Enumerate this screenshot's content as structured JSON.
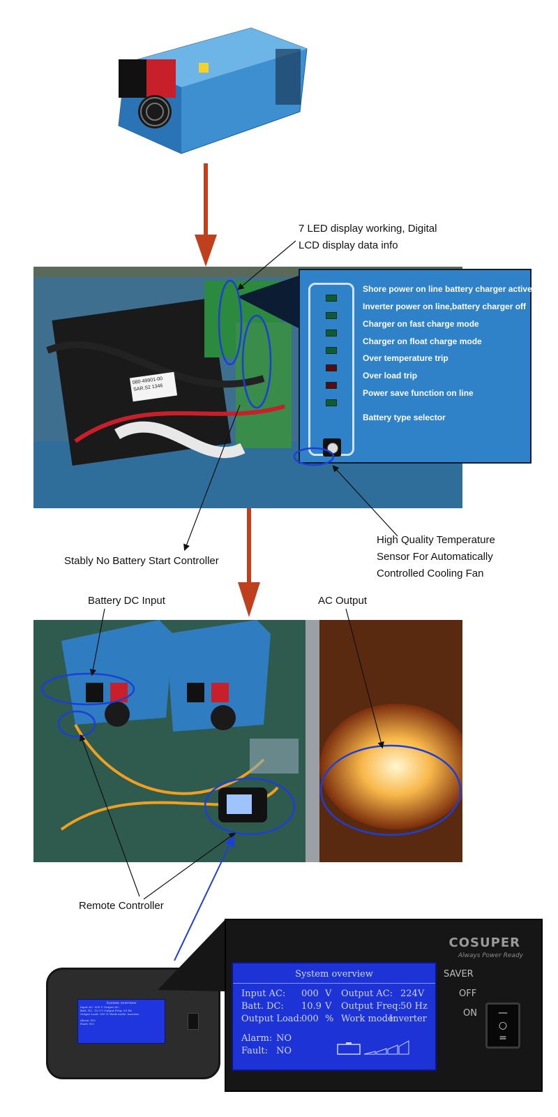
{
  "annotations": {
    "led_display": [
      "7 LED display working, Digital",
      "LCD display data info"
    ],
    "no_battery_start": "Stably No Battery Start Controller",
    "temperature_sensor": [
      "High Quality Temperature",
      "Sensor For  Automatically",
      "Controlled Cooling Fan"
    ],
    "battery_dc_input": "Battery DC Input",
    "ac_output": "AC Output",
    "remote_controller": "Remote Controller"
  },
  "led_panel": {
    "items": [
      {
        "label": "Shore power on line battery charger active",
        "color": "green"
      },
      {
        "label": "Inverter power on line,battery charger off",
        "color": "green"
      },
      {
        "label": "Charger on fast charge mode",
        "color": "green"
      },
      {
        "label": "Charger on float charge mode",
        "color": "green"
      },
      {
        "label": "Over temperature trip",
        "color": "red"
      },
      {
        "label": "Over load trip",
        "color": "red"
      },
      {
        "label": "Power save function on line",
        "color": "green"
      }
    ],
    "selector_label": "Battery type selector"
  },
  "sticker": {
    "line1": "080-49901-00",
    "line2": "SAR.S2 1346"
  },
  "remote_display": {
    "brand": "COSUPER",
    "tagline": "Always Power Ready",
    "switch_labels": {
      "saver": "SAVER",
      "off": "OFF",
      "on": "ON"
    },
    "lcd": {
      "title": "System overview",
      "input_ac_label": "Input AC:",
      "input_ac_value": "000",
      "input_ac_unit": "V",
      "output_ac_label": "Output AC:",
      "output_ac_value": "224V",
      "batt_dc_label": "Batt. DC:",
      "batt_dc_value": "10.9",
      "batt_dc_unit": "V",
      "output_freq_label": "Output Freq:",
      "output_freq_value": "50 Hz",
      "output_load_label": "Output Load:",
      "output_load_value": "000",
      "output_load_unit": "%",
      "work_mode_label": "Work mode:",
      "work_mode_value": "Inverter",
      "alarm_label": "Alarm:",
      "alarm_value": "NO",
      "fault_label": "Fault:",
      "fault_value": "NO"
    },
    "small_lcd": {
      "title": "System overview",
      "line1": "Input AC:  000 V  Output AC:",
      "line2": "Batt. DC:  10.9 V  Output Freq: 50 Hz",
      "line3": "Output Load: 000 %  Work mode: Inverter",
      "line4": "Alarm:  NO",
      "line5": "Fault:  NO"
    }
  },
  "colors": {
    "arrow": "#c0401e",
    "circle": "#1c3fd6",
    "panel_blue": "#2f82c8",
    "lcd_blue": "#1d33d6"
  }
}
